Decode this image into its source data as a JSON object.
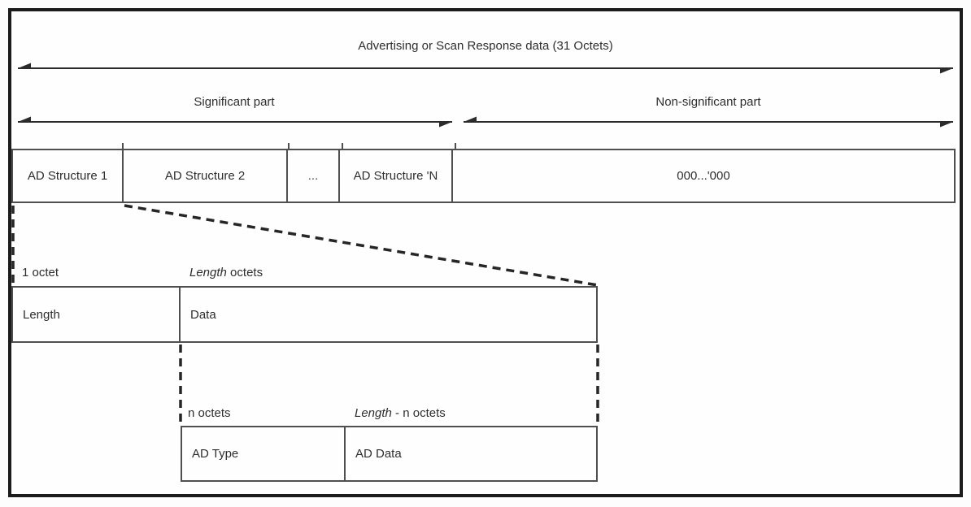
{
  "diagram": {
    "title": "Advertising or Scan Response data (31 Octets)",
    "parts": {
      "significant": "Significant part",
      "non_significant": "Non-significant part"
    },
    "structures_row": {
      "cells": [
        {
          "label": "AD Structure 1"
        },
        {
          "label": "AD Structure 2"
        },
        {
          "label": "..."
        },
        {
          "label": "AD Structure 'N"
        },
        {
          "label": "000...'000"
        }
      ]
    },
    "length_expansion": {
      "labels": {
        "left": "1 octet",
        "right_italic": "Length",
        "right_rest": " octets"
      },
      "cells": [
        {
          "label": "Length"
        },
        {
          "label": "Data"
        }
      ]
    },
    "type_expansion": {
      "labels": {
        "left": "n octets",
        "right_italic": "Length",
        "right_rest": " - n octets"
      },
      "cells": [
        {
          "label": "AD Type"
        },
        {
          "label": "AD Data"
        }
      ]
    },
    "colors": {
      "ink": "#2b2b2b",
      "box_border": "#4f4f4f",
      "frame": "#1c1c1c"
    }
  }
}
